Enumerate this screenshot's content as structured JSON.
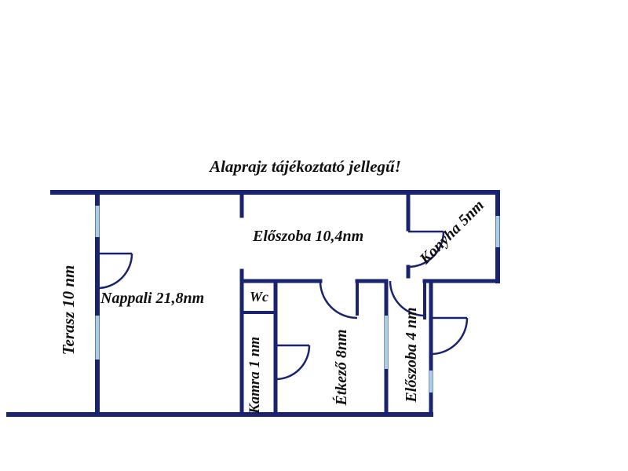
{
  "title": "Alaprajz tájékoztató jellegű!",
  "rooms": {
    "terasz": "Terasz 10 nm",
    "nappali": "Nappali 21,8nm",
    "eloszoba1": "Előszoba 10,4nm",
    "konyha": "Konyha 5nm",
    "wc": "Wc",
    "kamra": "Kamra 1 nm",
    "etkezo": "Étkező 8nm",
    "eloszoba2": "Előszoba 4 nm"
  },
  "colors": {
    "wall": "#1a2370",
    "window": "#a9cfe6",
    "text": "#111111"
  }
}
